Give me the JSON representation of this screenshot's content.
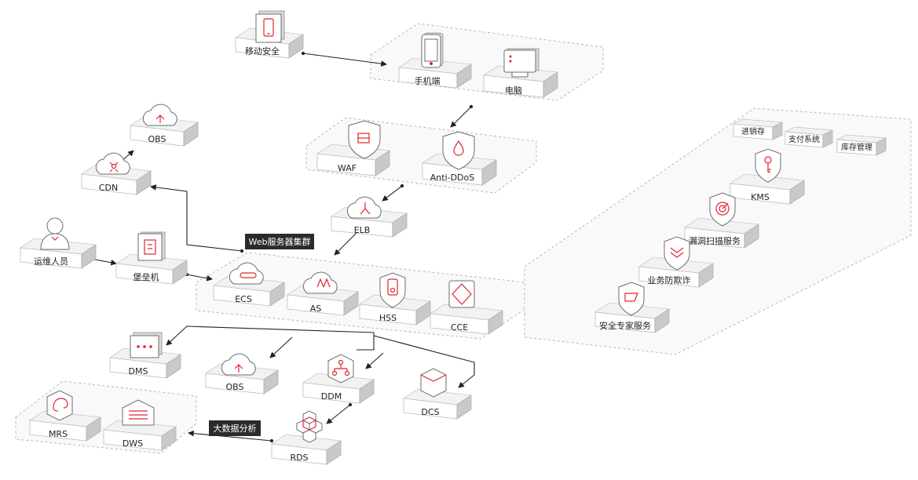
{
  "nodes": {
    "mobile_security": "移动安全",
    "phone": "手机端",
    "pc": "电脑",
    "waf": "WAF",
    "anti_ddos": "Anti-DDoS",
    "elb": "ELB",
    "obs_top": "OBS",
    "cdn": "CDN",
    "ops_staff": "运维人员",
    "bastion": "堡垒机",
    "ecs": "ECS",
    "as": "AS",
    "hss": "HSS",
    "cce": "CCE",
    "dms": "DMS",
    "obs_bottom": "OBS",
    "ddm": "DDM",
    "dcs": "DCS",
    "rds": "RDS",
    "mrs": "MRS",
    "dws": "DWS",
    "kms": "KMS",
    "vuln_scan": "漏洞扫描服务",
    "anti_fraud": "业务防欺诈",
    "security_expert": "安全专家服务"
  },
  "tags": {
    "invoicing": "进销存",
    "payment": "支付系统",
    "inventory": "库存管理"
  },
  "labels": {
    "web_cluster": "Web服务器集群",
    "big_data": "大数据分析"
  },
  "colors": {
    "accent": "#e0252d",
    "dark_label": "#2b2b2b",
    "connector": "#222222"
  },
  "icons": {
    "mobile_security": "tablet-icon",
    "phone": "smartphone-icon",
    "pc": "monitor-icon",
    "waf": "shield-icon",
    "anti_ddos": "shield-drop-icon",
    "elb": "cloud-balancer-icon",
    "obs": "cloud-upload-icon",
    "cdn": "cloud-network-icon",
    "ops_staff": "person-icon",
    "bastion": "document-server-icon",
    "ecs": "cloud-server-icon",
    "as": "cloud-scaling-icon",
    "hss": "host-security-icon",
    "cce": "container-icon",
    "dms": "message-queue-icon",
    "ddm": "database-tree-icon",
    "dcs": "cube-cache-icon",
    "rds": "hexagon-cluster-icon",
    "mrs": "elephant-icon",
    "dws": "warehouse-icon",
    "kms": "shield-key-icon",
    "vuln_scan": "radar-shield-icon",
    "anti_fraud": "shield-chevron-icon",
    "security_expert": "shield-expert-icon"
  }
}
